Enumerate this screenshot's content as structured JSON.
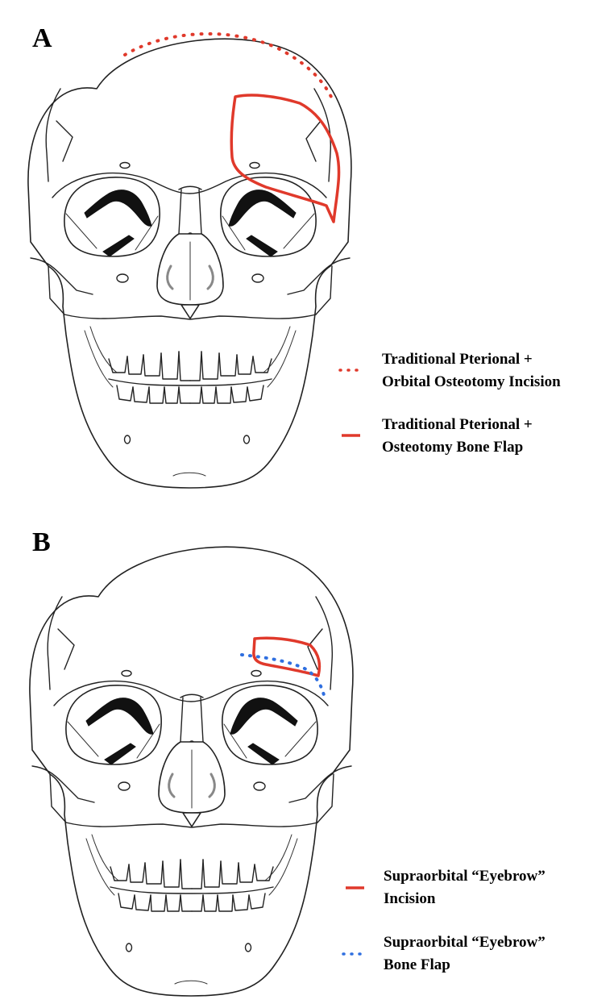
{
  "colors": {
    "red": "#e0392b",
    "blue": "#2f6fe0",
    "outline": "#222222"
  },
  "panels": [
    {
      "letter": "A",
      "legend": [
        {
          "style": "dotted-red",
          "line1": "Traditional Pterional +",
          "line2": "Orbital Osteotomy Incision"
        },
        {
          "style": "solid-red",
          "line1": "Traditional Pterional +",
          "line2": "Osteotomy Bone Flap"
        }
      ]
    },
    {
      "letter": "B",
      "legend": [
        {
          "style": "solid-red",
          "line1": "Supraorbital “Eyebrow”",
          "line2": "Incision"
        },
        {
          "style": "dotted-blue",
          "line1": "Supraorbital “Eyebrow”",
          "line2": "Bone Flap"
        }
      ]
    }
  ]
}
